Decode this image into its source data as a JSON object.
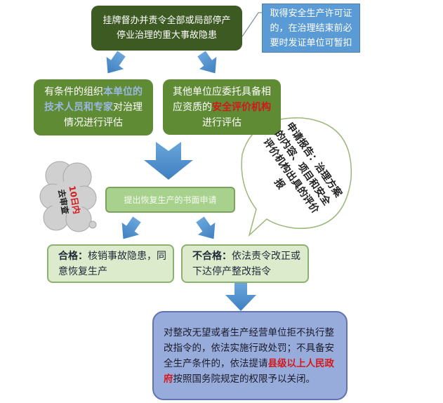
{
  "top_box": "挂牌督办并责令全部或局部停产停业治理的重大事故隐患",
  "callout": "取得安全生产许可证的，在治理结束前必要时发证单位可暂扣",
  "left_box": {
    "pre": "有条件的组织",
    "highlight": "本单位的技术人员和专家",
    "post": "对治理情况进行评估"
  },
  "right_box": {
    "pre": "其他单位应委托具备相应资质的",
    "highlight": "安全评价机构",
    "post": "进行评估"
  },
  "cloud": {
    "days": "10日内",
    "action": "去审查"
  },
  "speech_bubble": "申请报告：治理方案的内容、项目和安全评价机构出具的评价报",
  "request_box": "提出恢复生产的书面申请",
  "pass_box": {
    "label": "合格：",
    "text": "核销事故隐患，同意恢复生产"
  },
  "fail_box": {
    "label": "不合格：",
    "text": "依法责令改正或下达停产整改指令"
  },
  "final_box": {
    "pre": "对整改无望或者生产经营单位拒不执行整改指令的，依法实施行政处罚；不具备安全生产条件的，依法提请",
    "highlight": "县级以上人民政府",
    "post": "按照国务院规定的权限予以关闭。"
  }
}
